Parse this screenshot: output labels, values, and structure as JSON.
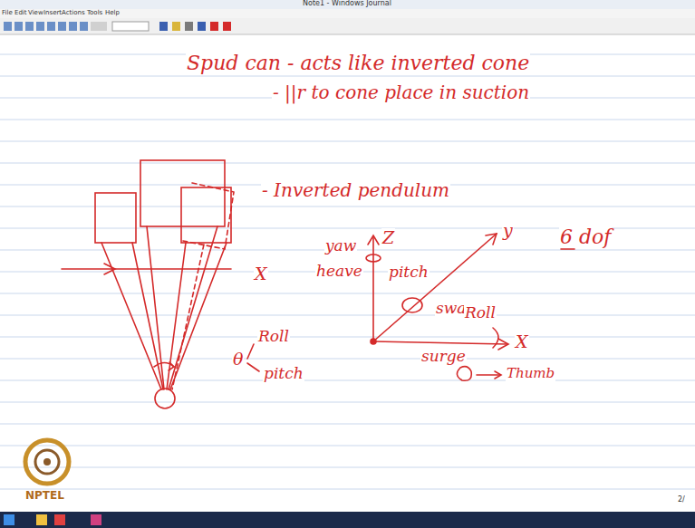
{
  "diagram": {
    "labels": [
      "Note1 - Windows Journal",
      "File",
      "Edit",
      "View",
      "Insert",
      "Actions",
      "Tools",
      "Help",
      "Spud can - acts like inverted cone",
      "- ||r to cone place in suction",
      "- Inverted pendulum",
      "X",
      "θ",
      "Roll",
      "pitch",
      "Z",
      "yaw",
      "heave",
      "pitch",
      "sway",
      "y",
      "6 dof",
      "Roll",
      "X",
      "surge",
      "Thumb",
      "NPTEL",
      "2/"
    ]
  }
}
